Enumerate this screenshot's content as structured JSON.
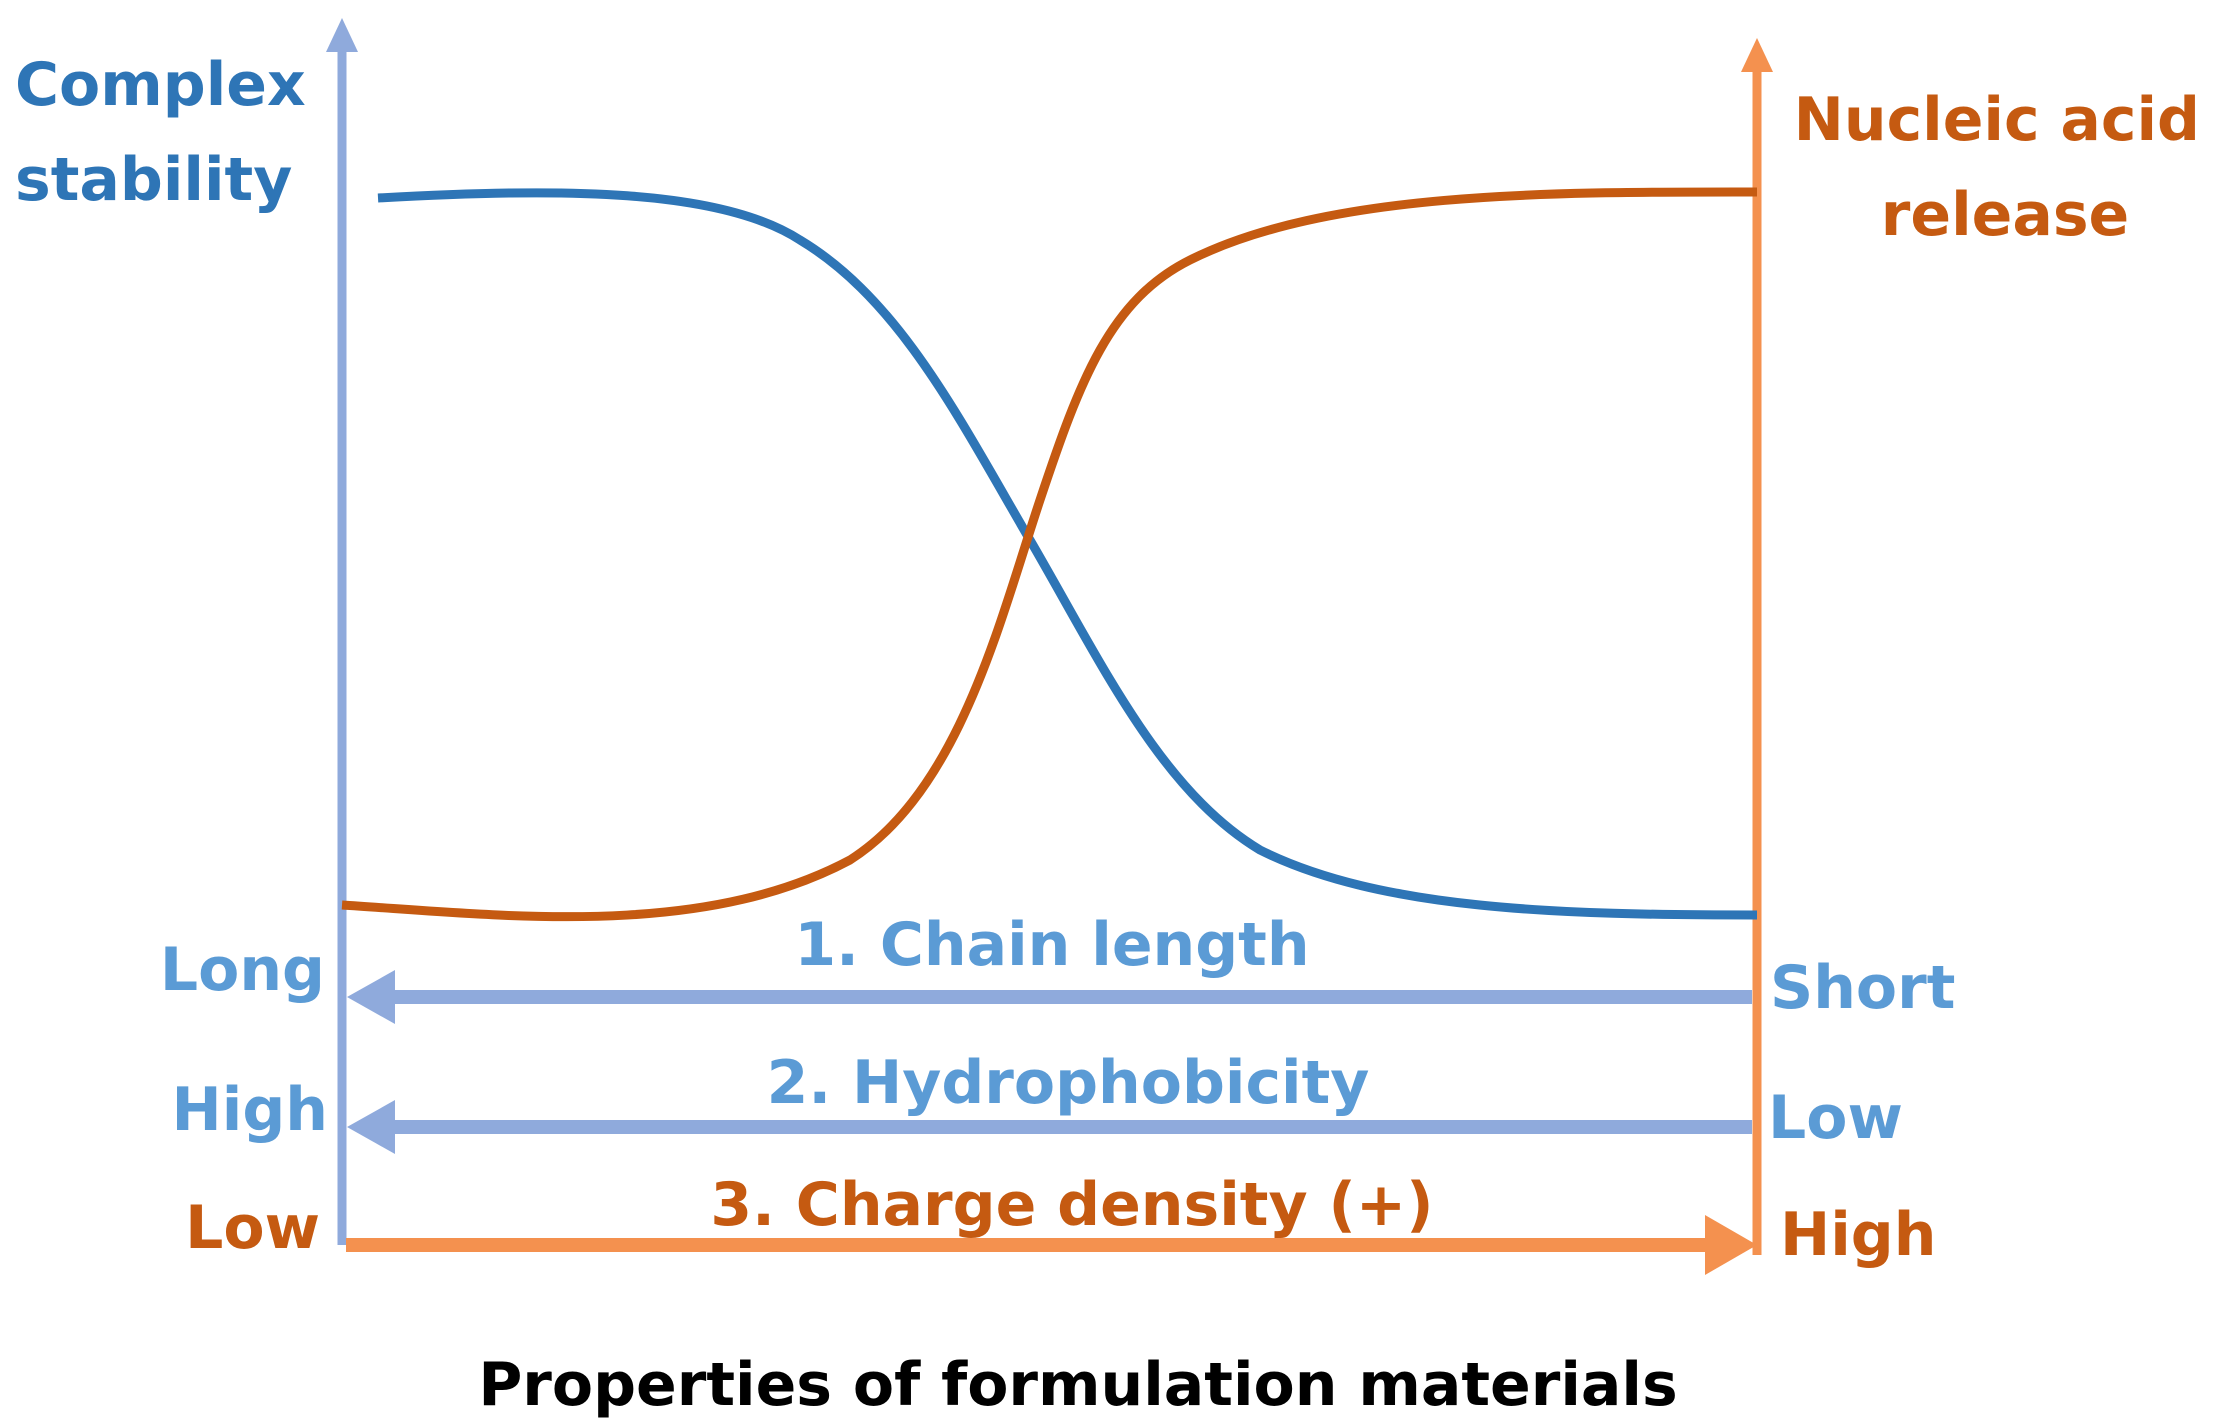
{
  "colors": {
    "stability": "#2e75b6",
    "release": "#c55a11",
    "light_blue": "#8faadc",
    "light_blue_text": "#5b9bd5",
    "orange_axis": "#f4914f",
    "caption": "#000000"
  },
  "left_axis": {
    "label_line1": "Complex",
    "label_line2": "stability"
  },
  "right_axis": {
    "label_line1": "Nucleic acid",
    "label_line2": "release"
  },
  "curves": [
    {
      "name": "complex-stability",
      "trend": "decreasing sigmoid"
    },
    {
      "name": "nucleic-acid-release",
      "trend": "increasing sigmoid"
    }
  ],
  "property_arrows": [
    {
      "label": "1. Chain length",
      "left": "Long",
      "right": "Short",
      "direction": "right-to-left"
    },
    {
      "label": "2. Hydrophobicity",
      "left": "High",
      "right": "Low",
      "direction": "right-to-left"
    },
    {
      "label": "3. Charge density (+)",
      "left": "Low",
      "right": "High",
      "direction": "left-to-right"
    }
  ],
  "caption": "Properties of formulation materials"
}
